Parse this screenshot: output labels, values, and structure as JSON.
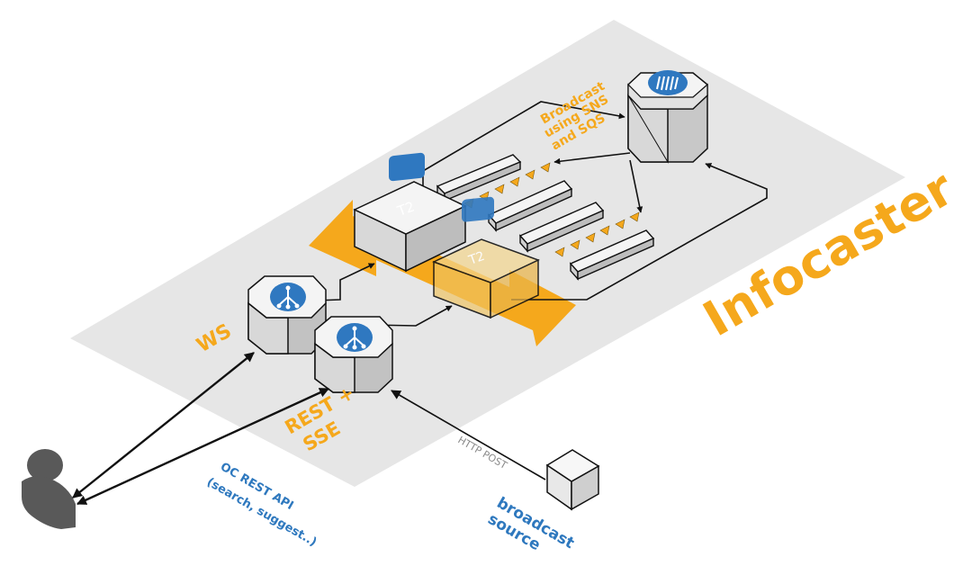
{
  "colors": {
    "platform": "#e6e6e6",
    "accent_orange": "#f5a81c",
    "label_blue": "#2e78be",
    "icon_blue": "#2f78c0",
    "box_top": "#f4f4f4",
    "box_left": "#d8d8d8",
    "box_right": "#bdbdbd",
    "arrow": "#111111",
    "person": "#595959"
  },
  "labels": {
    "title": "Infocaster",
    "ws": "WS",
    "rest_line1": "REST +",
    "rest_line2": "SSE",
    "broadcast_line1": "Broadcast",
    "broadcast_line2": "using SNS",
    "broadcast_line3": "and SQS",
    "oc_api_line1": "OC REST API",
    "oc_api_line2": "(search, suggest..)",
    "http_post": "HTTP POST",
    "source_line1": "broadcast",
    "source_line2": "source",
    "t2_a": "T2",
    "t2_b": "T2"
  },
  "icons": {
    "load_balancer": "load-balancer-icon",
    "sns": "sns-topic-icon",
    "instance": "ec2-t2-instance-icon",
    "queue": "sqs-queue-icon",
    "user": "user-icon",
    "source": "source-cube-icon"
  }
}
